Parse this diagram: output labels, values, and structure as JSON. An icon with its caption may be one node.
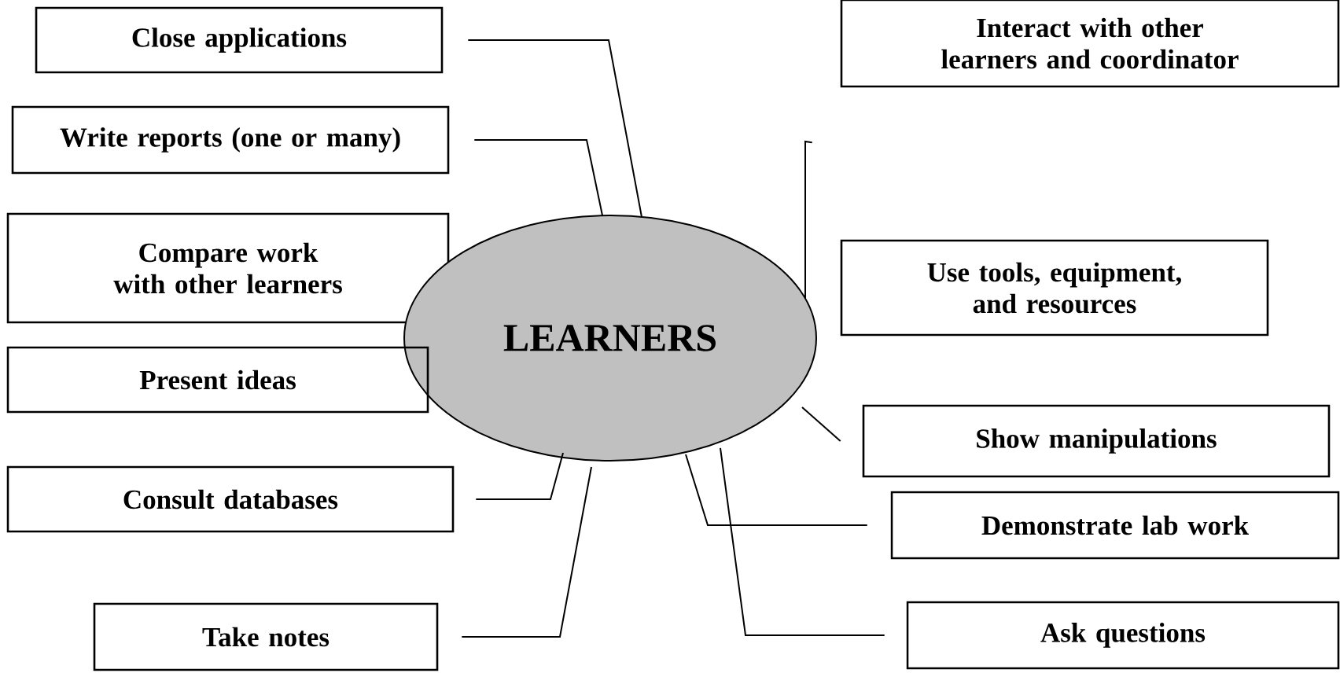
{
  "diagram": {
    "nodes": [
      {
        "text": [
          "Close applications"
        ]
      },
      {
        "text": [
          "Interact with other learners and coordinator"
        ]
      },
      {
        "text": [
          "Write reports (one or many)"
        ]
      },
      {
        "text": [
          "Compare work with other learners"
        ]
      },
      {
        "text": [
          "Use tools, equipment, and resources"
        ]
      },
      {
        "text": [
          "LEARNERS"
        ]
      },
      {
        "text": [
          "Present ideas"
        ]
      },
      {
        "text": [
          "Show manipulations"
        ]
      },
      {
        "text": [
          "Consult databases"
        ]
      },
      {
        "text": [
          "Demonstrate lab work"
        ]
      },
      {
        "text": [
          "Take notes"
        ]
      },
      {
        "text": [
          "Ask questions"
        ]
      }
    ],
    "edges": [
      {
        "from": 5,
        "to": 0,
        "arrow": "none"
      },
      {
        "from": 5,
        "to": 1,
        "arrow": "none"
      },
      {
        "from": 5,
        "to": 2,
        "arrow": "none"
      },
      {
        "from": 5,
        "to": 7,
        "arrow": "none"
      },
      {
        "from": 5,
        "to": 8,
        "arrow": "none"
      },
      {
        "from": 5,
        "to": 9,
        "arrow": "none"
      },
      {
        "from": 5,
        "to": 10,
        "arrow": "none"
      },
      {
        "from": 5,
        "to": 11,
        "arrow": "none"
      }
    ]
  }
}
